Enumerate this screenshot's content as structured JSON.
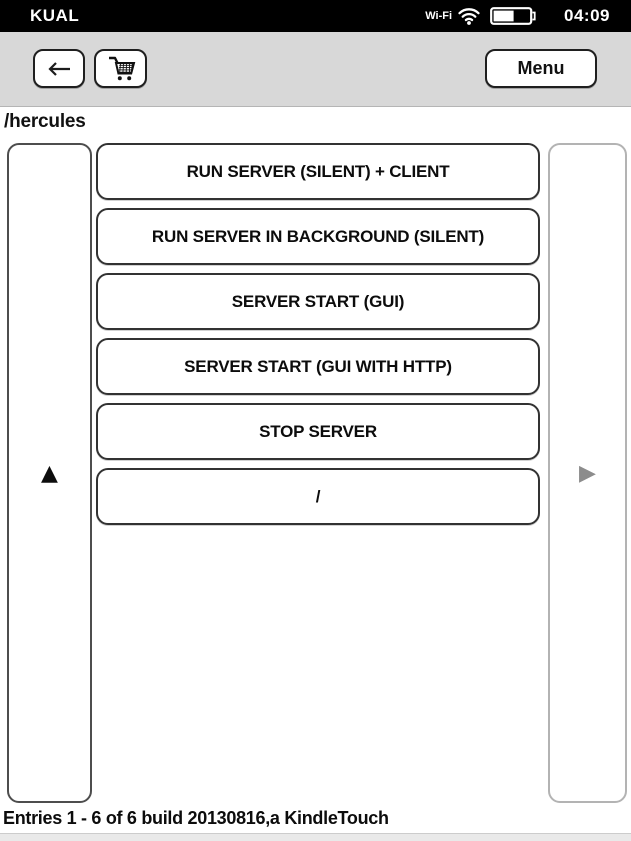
{
  "statusbar": {
    "app_title": "KUAL",
    "wifi_label": "Wi-Fi",
    "time": "04:09",
    "battery_level_percent": 55
  },
  "toolbar": {
    "menu_label": "Menu"
  },
  "path_label": "/hercules",
  "pager": {
    "up_glyph": "▲",
    "next_glyph": "▶"
  },
  "menu_entries": [
    {
      "label": "RUN SERVER (SILENT) + CLIENT"
    },
    {
      "label": "RUN SERVER IN BACKGROUND (SILENT)"
    },
    {
      "label": "SERVER START (GUI)"
    },
    {
      "label": "SERVER START (GUI WITH HTTP)"
    },
    {
      "label": "STOP SERVER"
    },
    {
      "label": "/"
    }
  ],
  "footer_text": "Entries 1 - 6 of 6 build 20130816,a KindleTouch",
  "icons": {
    "back": "back-arrow",
    "cart": "shopping-cart",
    "wifi": "wifi-signal",
    "battery": "battery-half"
  },
  "colors": {
    "statusbar_bg": "#000000",
    "toolbar_bg": "#d8d8d8",
    "button_border": "#323232",
    "disabled_border": "#b3b3b3",
    "disabled_arrow": "#8c8c8c"
  }
}
